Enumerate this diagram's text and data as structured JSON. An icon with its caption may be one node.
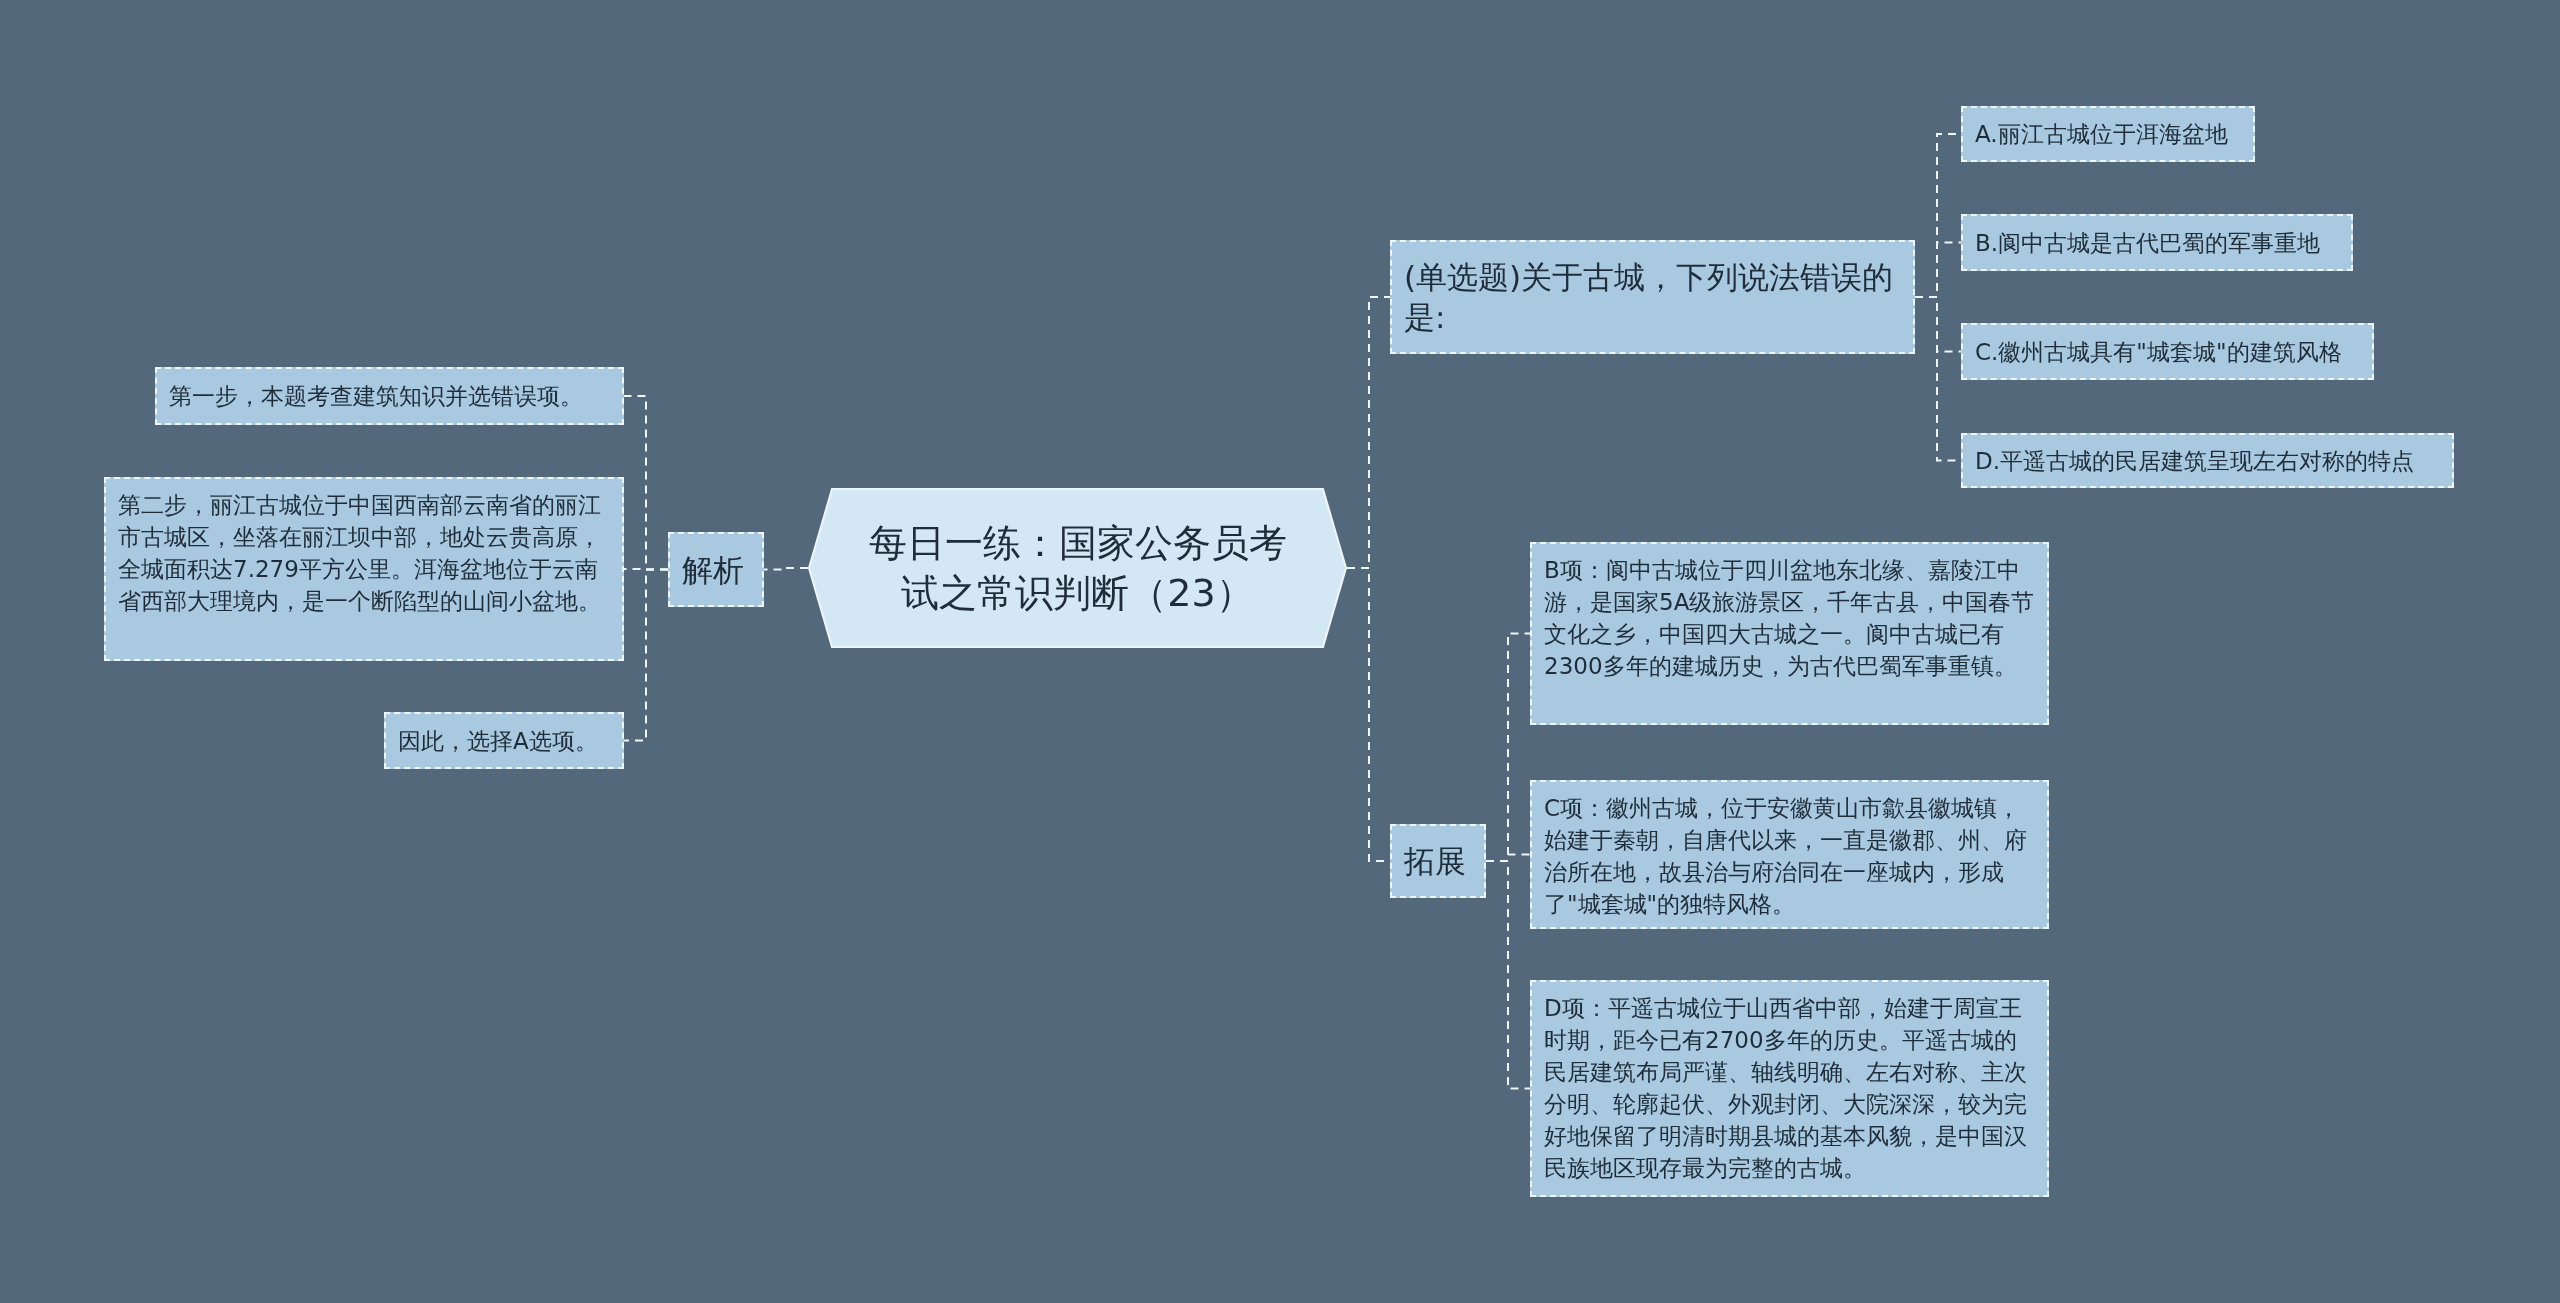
{
  "diagram": {
    "nodes": [
      {
        "text": [
          "每日一练：国家公务员考试之常识判断（23）"
        ]
      },
      {
        "text": [
          "解析"
        ]
      },
      {
        "text": [
          "第一步，本题考查建筑知识并选错误项。"
        ]
      },
      {
        "text": [
          "第二步，丽江古城位于中国西南部云南省的丽江市古城区，坐落在丽江坝中部，地处云贵高原，全城面积达7.279平方公里。洱海盆地位于云南省西部大理境内，是一个断陷型的山间小盆地。"
        ]
      },
      {
        "text": [
          "因此，选择A选项。"
        ]
      },
      {
        "text": [
          "(单选题)关于古城，下列说法错误的是:"
        ]
      },
      {
        "text": [
          "A.丽江古城位于洱海盆地"
        ]
      },
      {
        "text": [
          "B.阆中古城是古代巴蜀的军事重地"
        ]
      },
      {
        "text": [
          "C.徽州古城具有\"城套城\"的建筑风格"
        ]
      },
      {
        "text": [
          "D.平遥古城的民居建筑呈现左右对称的特点"
        ]
      },
      {
        "text": [
          "拓展"
        ]
      },
      {
        "text": [
          "B项：阆中古城位于四川盆地东北缘、嘉陵江中游，是国家5A级旅游景区，千年古县，中国春节文化之乡，中国四大古城之一。阆中古城已有2300多年的建城历史，为古代巴蜀军事重镇。"
        ]
      },
      {
        "text": [
          "C项：徽州古城，位于安徽黄山市歙县徽城镇，始建于秦朝，自唐代以来，一直是徽郡、州、府治所在地，故县治与府治同在一座城内，形成了\"城套城\"的独特风格。"
        ]
      },
      {
        "text": [
          "D项：平遥古城位于山西省中部，始建于周宣王时期，距今已有2700多年的历史。平遥古城的民居建筑布局严谨、轴线明确、左右对称、主次分明、轮廓起伏、外观封闭、大院深深，较为完好地保留了明清时期县城的基本风貌，是中国汉民族地区现存最为完整的古城。"
        ]
      }
    ],
    "edges": [
      {
        "from": 0,
        "to": 1,
        "arrow": "none"
      },
      {
        "from": 1,
        "to": 2,
        "arrow": "none"
      },
      {
        "from": 1,
        "to": 3,
        "arrow": "none"
      },
      {
        "from": 1,
        "to": 4,
        "arrow": "none"
      },
      {
        "from": 0,
        "to": 5,
        "arrow": "none"
      },
      {
        "from": 5,
        "to": 6,
        "arrow": "none"
      },
      {
        "from": 5,
        "to": 7,
        "arrow": "none"
      },
      {
        "from": 5,
        "to": 8,
        "arrow": "none"
      },
      {
        "from": 5,
        "to": 9,
        "arrow": "none"
      },
      {
        "from": 0,
        "to": 10,
        "arrow": "none"
      },
      {
        "from": 10,
        "to": 11,
        "arrow": "none"
      },
      {
        "from": 10,
        "to": 12,
        "arrow": "none"
      },
      {
        "from": 10,
        "to": 13,
        "arrow": "none"
      }
    ]
  }
}
